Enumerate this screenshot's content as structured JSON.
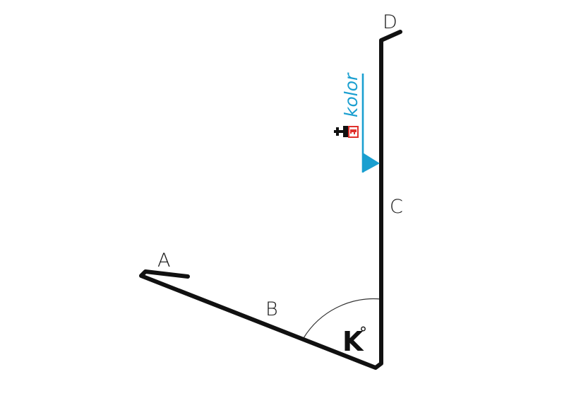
{
  "labels": {
    "a": "A",
    "b": "B",
    "c": "C",
    "d": "D"
  },
  "angle": {
    "letter": "K",
    "degree_mark": "°"
  },
  "paint_side": {
    "label": "kolor"
  },
  "colors": {
    "profile_stroke": "#111111",
    "paint_indicator": "#1a9fd0",
    "brush_handle": "#111111",
    "brush_bucket": "#e0312d",
    "angle_arc": "#333333"
  },
  "icons": {
    "paint": "paint-brush-icon",
    "side_marker": "triangle-marker-icon"
  }
}
